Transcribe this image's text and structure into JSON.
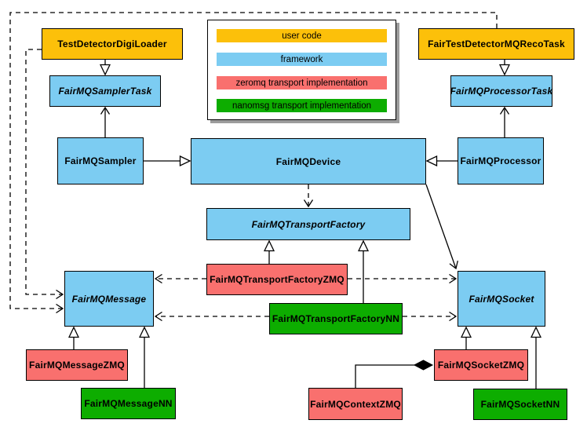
{
  "legend": {
    "items": [
      {
        "id": "user",
        "label": "user code",
        "color": "#FCC00A"
      },
      {
        "id": "framework",
        "label": "framework",
        "color": "#7CCCF2"
      },
      {
        "id": "zeromq",
        "label": "zeromq transport implementation",
        "color": "#F9706E"
      },
      {
        "id": "nanomsg",
        "label": "nanomsg transport implementation",
        "color": "#0DAD00"
      }
    ]
  },
  "nodes": {
    "test_detector_digi_loader": {
      "label": "TestDetectorDigiLoader",
      "category": "user",
      "abstract": false
    },
    "fair_test_detector_reco_task": {
      "label": "FairTestDetectorMQRecoTask",
      "category": "user",
      "abstract": false
    },
    "sampler_task": {
      "label": "FairMQSamplerTask",
      "category": "framework",
      "abstract": true
    },
    "processor_task": {
      "label": "FairMQProcessorTask",
      "category": "framework",
      "abstract": true
    },
    "sampler": {
      "label": "FairMQSampler",
      "category": "framework",
      "abstract": false
    },
    "device": {
      "label": "FairMQDevice",
      "category": "framework",
      "abstract": false
    },
    "processor": {
      "label": "FairMQProcessor",
      "category": "framework",
      "abstract": false
    },
    "transport_factory": {
      "label": "FairMQTransportFactory",
      "category": "framework",
      "abstract": true
    },
    "transport_factory_zmq": {
      "label": "FairMQTransportFactoryZMQ",
      "category": "zeromq",
      "abstract": false
    },
    "transport_factory_nn": {
      "label": "FairMQTransportFactoryNN",
      "category": "nanomsg",
      "abstract": false
    },
    "message": {
      "label": "FairMQMessage",
      "category": "framework",
      "abstract": true
    },
    "socket": {
      "label": "FairMQSocket",
      "category": "framework",
      "abstract": true
    },
    "message_zmq": {
      "label": "FairMQMessageZMQ",
      "category": "zeromq",
      "abstract": false
    },
    "message_nn": {
      "label": "FairMQMessageNN",
      "category": "nanomsg",
      "abstract": false
    },
    "socket_zmq": {
      "label": "FairMQSocketZMQ",
      "category": "zeromq",
      "abstract": false
    },
    "socket_nn": {
      "label": "FairMQSocketNN",
      "category": "nanomsg",
      "abstract": false
    },
    "context_zmq": {
      "label": "FairMQContextZMQ",
      "category": "zeromq",
      "abstract": false
    }
  },
  "relations": [
    {
      "from": "TestDetectorDigiLoader",
      "to": "FairMQSamplerTask",
      "type": "inheritance"
    },
    {
      "from": "FairTestDetectorMQRecoTask",
      "to": "FairMQProcessorTask",
      "type": "inheritance"
    },
    {
      "from": "FairMQSampler",
      "to": "FairMQSamplerTask",
      "type": "association"
    },
    {
      "from": "FairMQProcessor",
      "to": "FairMQProcessorTask",
      "type": "association"
    },
    {
      "from": "FairMQSampler",
      "to": "FairMQDevice",
      "type": "inheritance"
    },
    {
      "from": "FairMQProcessor",
      "to": "FairMQDevice",
      "type": "inheritance"
    },
    {
      "from": "FairMQDevice",
      "to": "FairMQTransportFactory",
      "type": "dashed-dependency"
    },
    {
      "from": "FairMQDevice",
      "to": "FairMQSocket",
      "type": "association"
    },
    {
      "from": "FairMQTransportFactoryZMQ",
      "to": "FairMQTransportFactory",
      "type": "inheritance"
    },
    {
      "from": "FairMQTransportFactoryNN",
      "to": "FairMQTransportFactory",
      "type": "inheritance"
    },
    {
      "from": "FairMQTransportFactoryZMQ",
      "to": "FairMQMessage",
      "type": "dashed-dependency"
    },
    {
      "from": "FairMQTransportFactoryZMQ",
      "to": "FairMQSocket",
      "type": "dashed-dependency"
    },
    {
      "from": "FairMQTransportFactoryNN",
      "to": "FairMQMessage",
      "type": "dashed-dependency"
    },
    {
      "from": "FairMQTransportFactoryNN",
      "to": "FairMQSocket",
      "type": "dashed-dependency"
    },
    {
      "from": "TestDetectorDigiLoader",
      "to": "FairMQMessage",
      "type": "dashed-dependency"
    },
    {
      "from": "FairTestDetectorMQRecoTask",
      "to": "FairMQMessage",
      "type": "dashed-dependency"
    },
    {
      "from": "FairMQMessageZMQ",
      "to": "FairMQMessage",
      "type": "inheritance"
    },
    {
      "from": "FairMQMessageNN",
      "to": "FairMQMessage",
      "type": "inheritance"
    },
    {
      "from": "FairMQSocketZMQ",
      "to": "FairMQSocket",
      "type": "inheritance"
    },
    {
      "from": "FairMQSocketNN",
      "to": "FairMQSocket",
      "type": "inheritance"
    },
    {
      "from": "FairMQContextZMQ",
      "to": "FairMQSocketZMQ",
      "type": "aggregation"
    }
  ]
}
